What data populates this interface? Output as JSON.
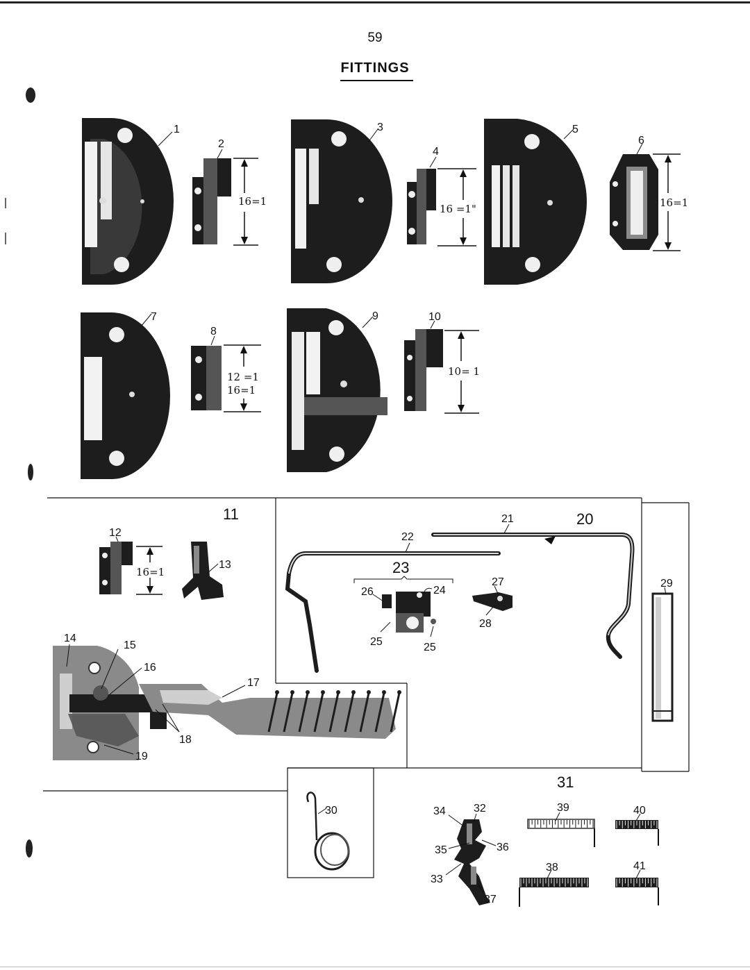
{
  "page": {
    "number": "59",
    "title": "FITTINGS"
  },
  "measurements": {
    "m2": "16=1",
    "m4": "16 =1\"",
    "m6": "16=1",
    "m8a": "12 =1",
    "m8b": "16=1",
    "m10": "10= 1",
    "m12": "16=1"
  },
  "labels": {
    "l1": "1",
    "l2": "2",
    "l3": "3",
    "l4": "4",
    "l5": "5",
    "l6": "6",
    "l7": "7",
    "l8": "8",
    "l9": "9",
    "l10": "10",
    "l11": "11",
    "l12": "12",
    "l13": "13",
    "l14": "14",
    "l15": "15",
    "l16": "16",
    "l17": "17",
    "l18": "18",
    "l19": "19",
    "l20": "20",
    "l21": "21",
    "l22": "22",
    "l23": "23",
    "l24": "24",
    "l25a": "25",
    "l25b": "25",
    "l26": "26",
    "l27": "27",
    "l28": "28",
    "l29": "29",
    "l30": "30",
    "l31": "31",
    "l32": "32",
    "l33": "33",
    "l34": "34",
    "l35": "35",
    "l36": "36",
    "l37": "37",
    "l38": "38",
    "l39": "39",
    "l40": "40",
    "l41": "41"
  }
}
